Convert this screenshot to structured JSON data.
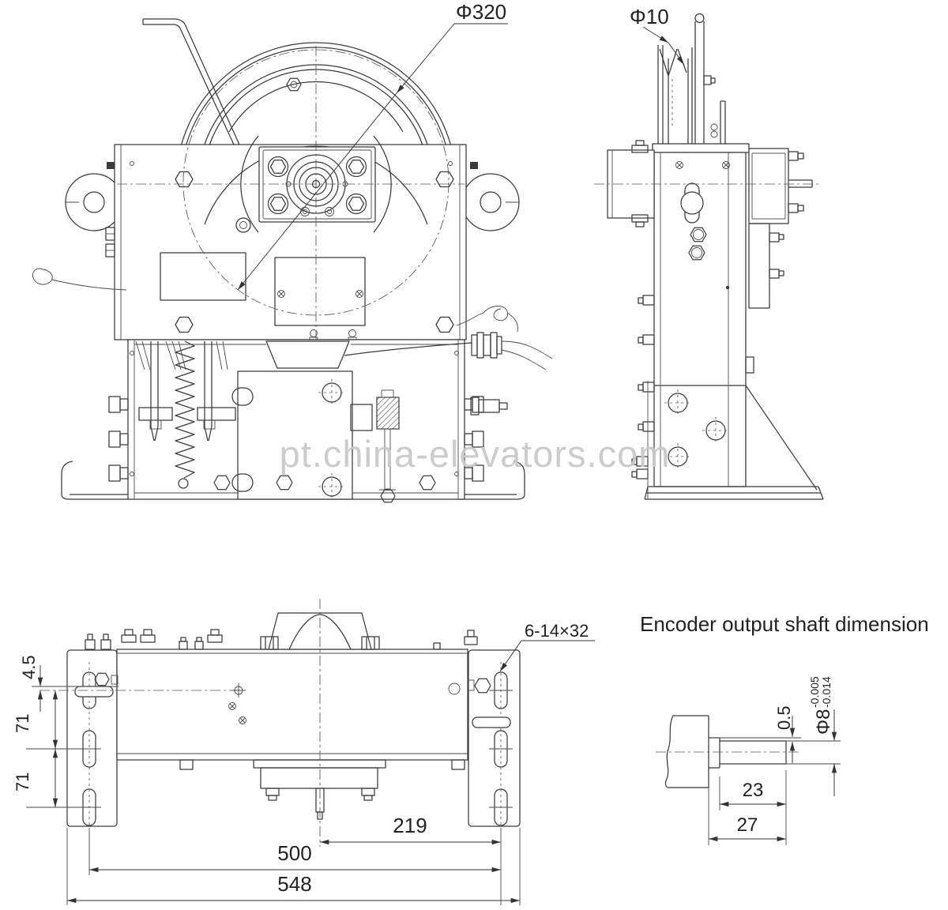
{
  "drawing": {
    "colors": {
      "line": "#3b3b3b",
      "text": "#222222",
      "watermark": "#c9c9c9",
      "background": "#ffffff"
    }
  },
  "watermark": {
    "text": "pt.china-elevators.com"
  },
  "front_view": {
    "dim_sheave_diameter": "Φ320"
  },
  "side_view": {
    "dim_rope_groove": "Φ10"
  },
  "top_view": {
    "dim_bracket_offset": "4.5",
    "dim_slot_pitch_upper": "71",
    "dim_slot_pitch_lower": "71",
    "dim_center_to_slot": "219",
    "dim_slot_span": "500",
    "dim_overall_width": "548",
    "label_slots": "6-14×32"
  },
  "encoder_detail": {
    "title": "Encoder output shaft dimension",
    "dim_step": "0.5",
    "dim_shaft_diameter": "Φ8",
    "tol_upper": "-0.005",
    "tol_lower": "-0.014",
    "dim_shaft_length": "23",
    "dim_total_length": "27"
  }
}
